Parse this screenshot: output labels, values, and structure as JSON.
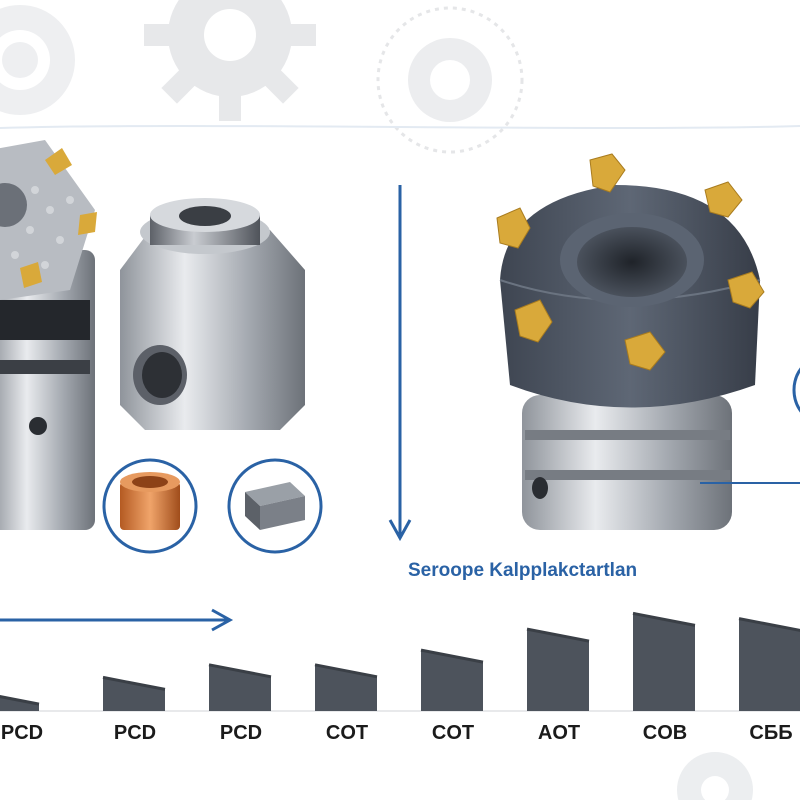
{
  "caption": "Seroope Kalpplakctartlan",
  "categories": [
    "PCD",
    "PCD",
    "PCD",
    "COT",
    "COT",
    "AOT",
    "COB",
    "CББ"
  ],
  "bar_levels": [
    0.18,
    0.32,
    0.44,
    0.44,
    0.58,
    0.78,
    0.93,
    0.88
  ],
  "colors": {
    "accent": "#2a62a5",
    "bar": "#4d535c",
    "bar_top": "#3a3f46",
    "gear": "#e7e8ea",
    "insert": "#d9a93a",
    "cutter_body": "#4b5360"
  }
}
